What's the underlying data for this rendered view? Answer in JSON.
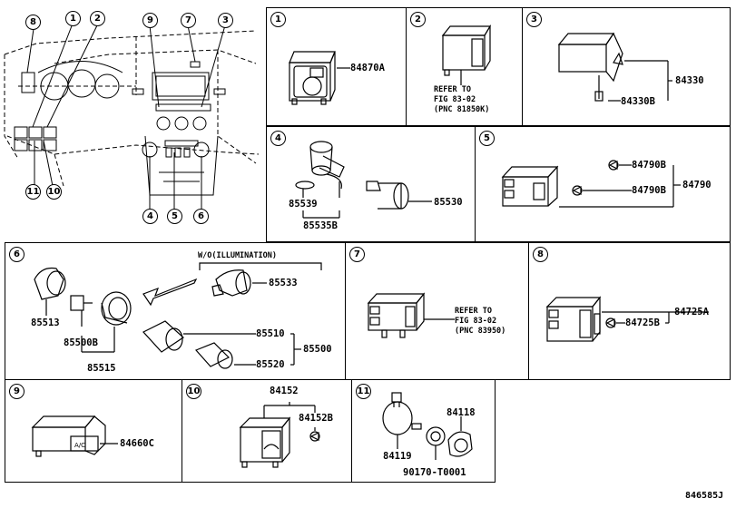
{
  "diagram_id": "846585J",
  "overview": {
    "callouts": [
      "8",
      "1",
      "2",
      "9",
      "7",
      "3",
      "11",
      "10",
      "4",
      "5",
      "6"
    ]
  },
  "panels": {
    "p1": {
      "num": "1",
      "parts": [
        "84870A"
      ]
    },
    "p2": {
      "num": "2",
      "ref": [
        "REFER TO",
        "FIG 83-02",
        "(PNC 81850K)"
      ]
    },
    "p3": {
      "num": "3",
      "parts": [
        "84330",
        "84330B"
      ]
    },
    "p4": {
      "num": "4",
      "parts": [
        "85539",
        "85535B",
        "85530"
      ]
    },
    "p5": {
      "num": "5",
      "parts": [
        "84790B",
        "84790B",
        "84790"
      ]
    },
    "p6": {
      "num": "6",
      "note": "W/O(ILLUMINATION)",
      "parts": [
        "85513",
        "85500B",
        "85515",
        "85533",
        "85510",
        "85500",
        "85520"
      ]
    },
    "p7": {
      "num": "7",
      "ref": [
        "REFER TO",
        "FIG 83-02",
        "(PNC 83950)"
      ]
    },
    "p8": {
      "num": "8",
      "parts": [
        "84725A",
        "84725B"
      ]
    },
    "p9": {
      "num": "9",
      "parts": [
        "84660C"
      ]
    },
    "p10": {
      "num": "10",
      "parts": [
        "84152",
        "84152B"
      ]
    },
    "p11": {
      "num": "11",
      "parts": [
        "84118",
        "84119",
        "90170-T0001"
      ]
    }
  }
}
